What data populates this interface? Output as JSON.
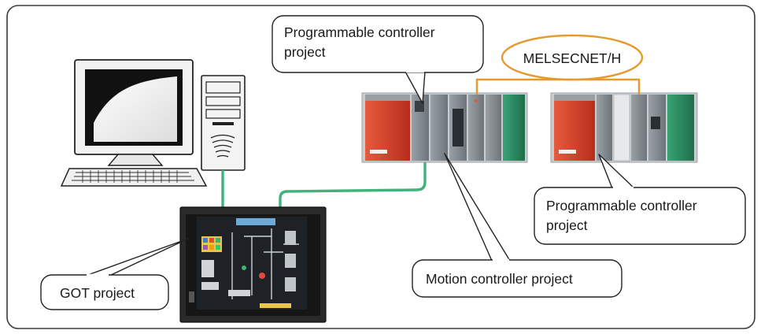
{
  "callouts": {
    "plc_project_top_line1": "Programmable controller",
    "plc_project_top_line2": "project",
    "network": "MELSECNET/H",
    "plc_project_right_line1": "Programmable controller",
    "plc_project_right_line2": "project",
    "motion_project": "Motion controller project",
    "got_project": "GOT project"
  },
  "colors": {
    "cable": "#3fb37a",
    "network_link": "#e59a2e",
    "frame": "#333333",
    "power_module": "#d9412b",
    "module_gray": "#8a9095",
    "module_green": "#2f8f62"
  },
  "icons": [
    "personal-computer-icon",
    "got-panel-icon",
    "plc-rack-icon",
    "motion-plc-rack-icon"
  ]
}
